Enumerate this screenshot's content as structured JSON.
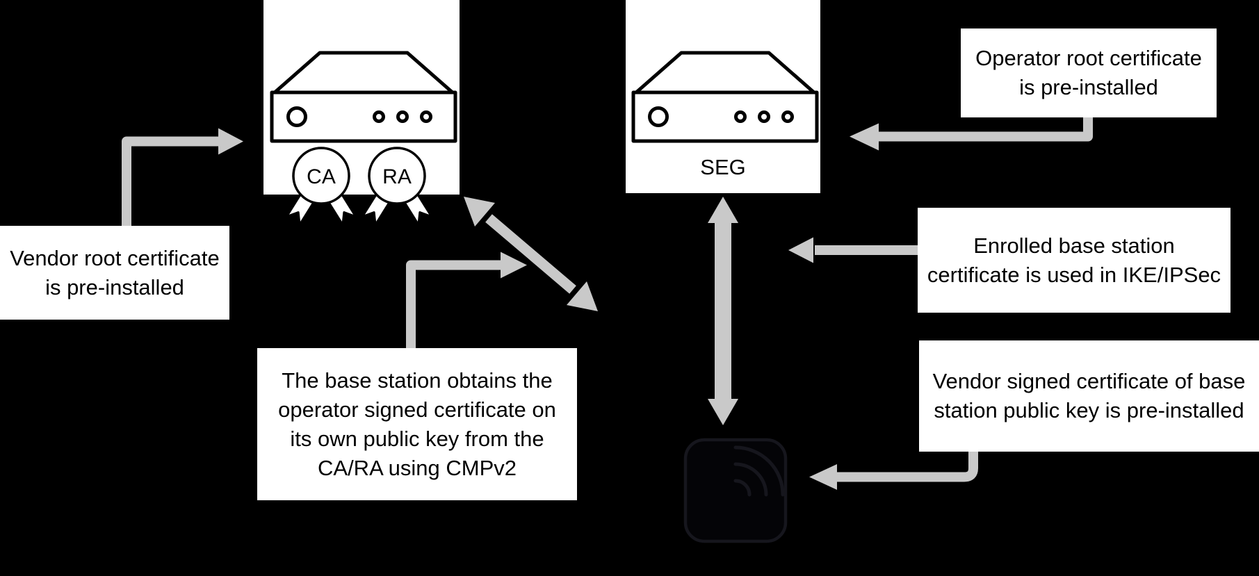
{
  "colors": {
    "background": "#000000",
    "note_bg": "#ffffff",
    "text": "#000000",
    "line": "#000000",
    "arrow": "#c9c9c9",
    "base_station": "#16161d"
  },
  "nodes": {
    "ca_ra": {
      "badges": [
        {
          "label": "CA"
        },
        {
          "label": "RA"
        }
      ]
    },
    "seg": {
      "label": "SEG"
    },
    "base_station": {}
  },
  "notes": {
    "vendor_root": {
      "lines": [
        "Vendor root certificate",
        "is pre-installed"
      ]
    },
    "operator_root": {
      "lines": [
        "Operator root certificate",
        "is pre-installed"
      ]
    },
    "enrolled_cert": {
      "lines": [
        "Enrolled base station",
        "certificate is used in IKE/IPSec"
      ]
    },
    "vendor_signed": {
      "lines": [
        "Vendor signed certificate of base",
        "station public key is pre-installed"
      ]
    },
    "cmpv2": {
      "lines": [
        "The base station obtains the",
        "operator signed certificate on",
        "its own public key from the",
        "CA/RA using CMPv2"
      ]
    }
  }
}
